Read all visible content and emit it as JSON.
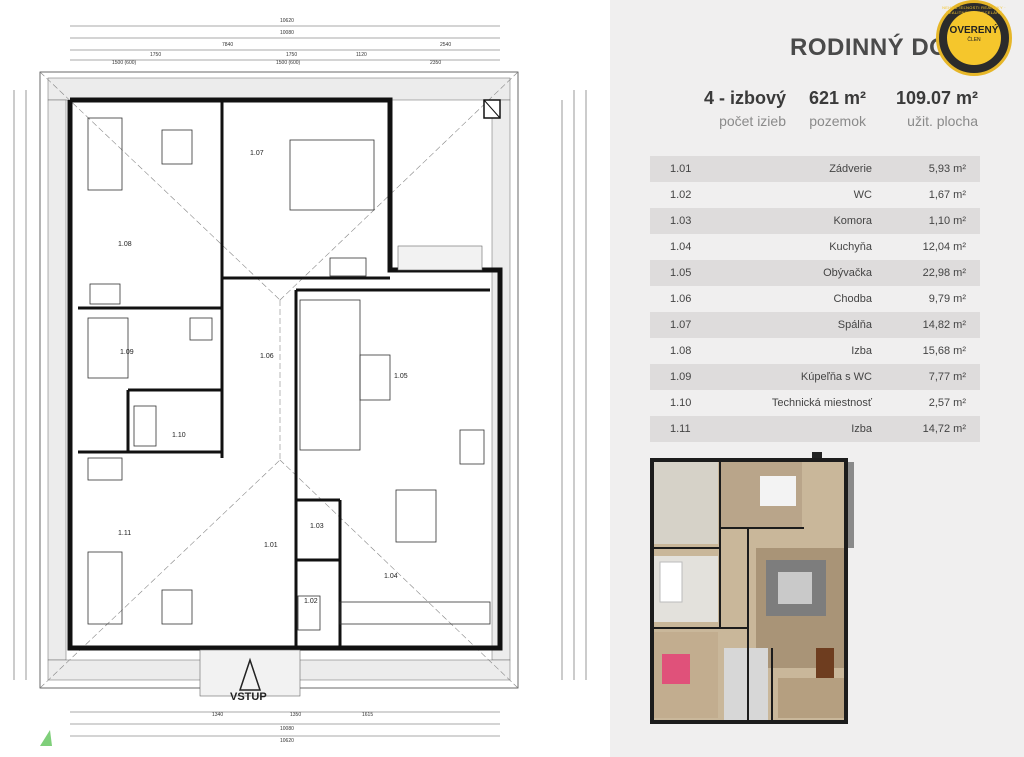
{
  "header": {
    "title": "RODINNÝ DOM"
  },
  "badge": {
    "word": "OVERENÝ",
    "sub": "ČLEN",
    "ring": "NEHNUTEĽNOSTI REALITKY · REALITNÝCH KANCELÁRIÍ SLOVENSKA"
  },
  "stats": [
    {
      "value": "4 - izbový",
      "label": "počet izieb"
    },
    {
      "value": "621 m²",
      "label": "pozemok"
    },
    {
      "value": "109.07 m²",
      "label": "užit. plocha"
    }
  ],
  "rooms": [
    {
      "no": "1.01",
      "name": "Zádverie",
      "area": "5,93 m²"
    },
    {
      "no": "1.02",
      "name": "WC",
      "area": "1,67 m²"
    },
    {
      "no": "1.03",
      "name": "Komora",
      "area": "1,10 m²"
    },
    {
      "no": "1.04",
      "name": "Kuchyňa",
      "area": "12,04 m²"
    },
    {
      "no": "1.05",
      "name": "Obývačka",
      "area": "22,98 m²"
    },
    {
      "no": "1.06",
      "name": "Chodba",
      "area": "9,79 m²"
    },
    {
      "no": "1.07",
      "name": "Spálňa",
      "area": "14,82 m²"
    },
    {
      "no": "1.08",
      "name": "Izba",
      "area": "15,68 m²"
    },
    {
      "no": "1.09",
      "name": "Kúpeľňa s WC",
      "area": "7,77 m²"
    },
    {
      "no": "1.10",
      "name": "Technická miestnosť",
      "area": "2,57 m²"
    },
    {
      "no": "1.11",
      "name": "Izba",
      "area": "14,72 m²"
    }
  ],
  "plan": {
    "entrance_label": "VSTUP",
    "room_labels": [
      "1.01",
      "1.02",
      "1.03",
      "1.04",
      "1.05",
      "1.06",
      "1.07",
      "1.08",
      "1.09",
      "1.10",
      "1.11"
    ],
    "dims_top": [
      "10620",
      "10080",
      "7840",
      "2540",
      "1750",
      "1750",
      "1120",
      "1500 (600)",
      "1500 (600)",
      "2350"
    ],
    "dims_bottom": [
      "1340",
      "1350",
      "1615",
      "10080",
      "10620"
    ]
  },
  "colors": {
    "panel_bg": "#f0efef",
    "row_alt": "#dedcdc",
    "badge_gold": "#f5c62c",
    "badge_dark": "#2b2b2b",
    "wall": "#111111",
    "render_floor": "#c9b79a",
    "render_bed": "#e0517a"
  }
}
